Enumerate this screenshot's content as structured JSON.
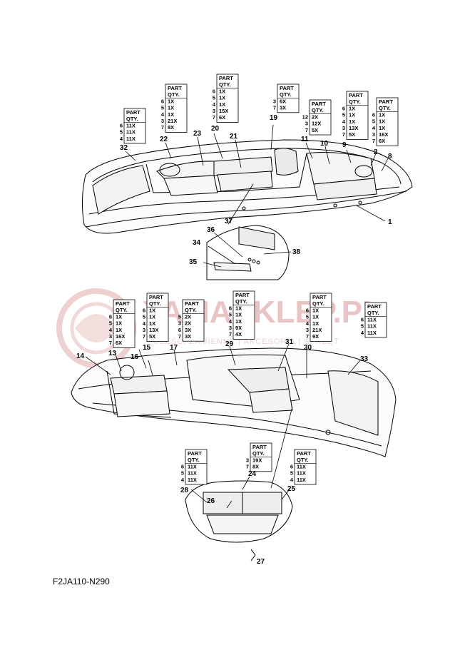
{
  "watermark": {
    "brand": "YAMASKLEP.PL",
    "tagline": "CZĘŚCI ZAMIENNE | AKCESORIA | SPRZĘT"
  },
  "diagram_code": "F2JA110-N290",
  "parts_tables": [
    {
      "id": "t32",
      "header": [
        "PART",
        "QTY."
      ],
      "rows": [
        [
          "6",
          "11X"
        ],
        [
          "5",
          "11X"
        ],
        [
          "4",
          "11X"
        ]
      ]
    },
    {
      "id": "t22",
      "header": [
        "PART",
        "QTY."
      ],
      "rows": [
        [
          "6",
          "1X"
        ],
        [
          "5",
          "1X"
        ],
        [
          "4",
          "1X"
        ],
        [
          "3",
          "21X"
        ],
        [
          "7",
          "8X"
        ]
      ]
    },
    {
      "id": "t20",
      "header": [
        "PART",
        "QTY."
      ],
      "rows": [
        [
          "6",
          "1X"
        ],
        [
          "5",
          "1X"
        ],
        [
          "4",
          "1X"
        ],
        [
          "3",
          "15X"
        ],
        [
          "7",
          "6X"
        ]
      ]
    },
    {
      "id": "t19",
      "header": [
        "PART",
        "QTY."
      ],
      "rows": [
        [
          "3",
          "6X"
        ],
        [
          "7",
          "3X"
        ]
      ]
    },
    {
      "id": "t11",
      "header": [
        "PART",
        "QTY."
      ],
      "rows": [
        [
          "12",
          "2X"
        ],
        [
          "3",
          "12X"
        ],
        [
          "7",
          "5X"
        ]
      ]
    },
    {
      "id": "t9",
      "header": [
        "PART",
        "QTY."
      ],
      "rows": [
        [
          "6",
          "1X"
        ],
        [
          "5",
          "1X"
        ],
        [
          "4",
          "1X"
        ],
        [
          "3",
          "13X"
        ],
        [
          "7",
          "5X"
        ]
      ]
    },
    {
      "id": "t2",
      "header": [
        "PART",
        "QTY."
      ],
      "rows": [
        [
          "6",
          "1X"
        ],
        [
          "5",
          "1X"
        ],
        [
          "4",
          "1X"
        ],
        [
          "3",
          "16X"
        ],
        [
          "7",
          "6X"
        ]
      ]
    },
    {
      "id": "t13",
      "header": [
        "PART",
        "QTY."
      ],
      "rows": [
        [
          "6",
          "1X"
        ],
        [
          "5",
          "1X"
        ],
        [
          "4",
          "1X"
        ],
        [
          "3",
          "16X"
        ],
        [
          "7",
          "6X"
        ]
      ]
    },
    {
      "id": "t15",
      "header": [
        "PART",
        "QTY."
      ],
      "rows": [
        [
          "6",
          "1X"
        ],
        [
          "5",
          "1X"
        ],
        [
          "4",
          "1X"
        ],
        [
          "3",
          "13X"
        ],
        [
          "7",
          "5X"
        ]
      ]
    },
    {
      "id": "t17",
      "header": [
        "PART",
        "QTY."
      ],
      "rows": [
        [
          "5",
          "2X"
        ],
        [
          "3",
          "2X"
        ],
        [
          "6",
          "3X"
        ],
        [
          "7",
          "3X"
        ]
      ]
    },
    {
      "id": "t29",
      "header": [
        "PART",
        "QTY."
      ],
      "rows": [
        [
          "6",
          "1X"
        ],
        [
          "5",
          "1X"
        ],
        [
          "4",
          "1X"
        ],
        [
          "3",
          "9X"
        ],
        [
          "7",
          "4X"
        ]
      ]
    },
    {
      "id": "t30",
      "header": [
        "PART",
        "QTY."
      ],
      "rows": [
        [
          "6",
          "1X"
        ],
        [
          "5",
          "1X"
        ],
        [
          "4",
          "1X"
        ],
        [
          "3",
          "21X"
        ],
        [
          "7",
          "9X"
        ]
      ]
    },
    {
      "id": "t33",
      "header": [
        "PART",
        "QTY."
      ],
      "rows": [
        [
          "6",
          "11X"
        ],
        [
          "5",
          "11X"
        ],
        [
          "4",
          "11X"
        ]
      ]
    },
    {
      "id": "t28",
      "header": [
        "PART",
        "QTY."
      ],
      "rows": [
        [
          "6",
          "11X"
        ],
        [
          "5",
          "11X"
        ],
        [
          "4",
          "11X"
        ]
      ]
    },
    {
      "id": "t24",
      "header": [
        "PART",
        "QTY."
      ],
      "rows": [
        [
          "3",
          "19X"
        ],
        [
          "7",
          "8X"
        ]
      ]
    },
    {
      "id": "t25",
      "header": [
        "PART",
        "QTY."
      ],
      "rows": [
        [
          "6",
          "11X"
        ],
        [
          "5",
          "11X"
        ],
        [
          "4",
          "11X"
        ]
      ]
    }
  ],
  "callouts": [
    "1",
    "2",
    "8",
    "9",
    "10",
    "11",
    "19",
    "20",
    "21",
    "22",
    "23",
    "32",
    "34",
    "35",
    "36",
    "37",
    "38",
    "13",
    "14",
    "15",
    "16",
    "17",
    "29",
    "30",
    "31",
    "33",
    "24",
    "25",
    "26",
    "27",
    "28"
  ]
}
